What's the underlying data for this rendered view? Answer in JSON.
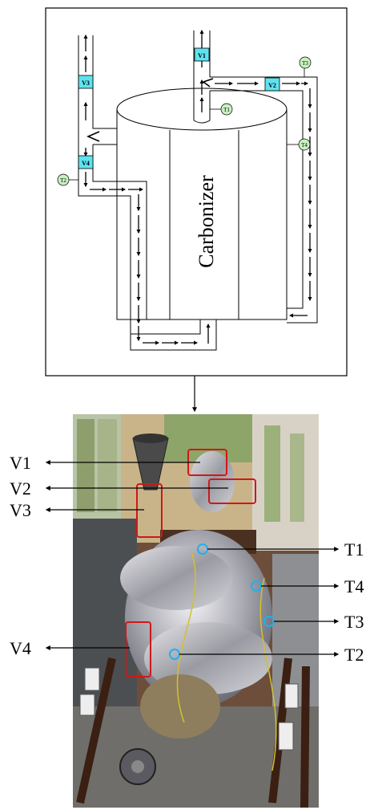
{
  "schematic": {
    "vessel_label": "Carbonizer",
    "valves": [
      {
        "id": "v1",
        "label": "V1"
      },
      {
        "id": "v2",
        "label": "V2"
      },
      {
        "id": "v3",
        "label": "V3"
      },
      {
        "id": "v4",
        "label": "V4"
      }
    ],
    "sensors": [
      {
        "id": "t1",
        "label": "T1"
      },
      {
        "id": "t2",
        "label": "T2"
      },
      {
        "id": "t3",
        "label": "T3"
      },
      {
        "id": "t4",
        "label": "T4"
      }
    ],
    "valve_color": "#5fe3ee",
    "sensor_color": "#c8f0c0"
  },
  "photo": {
    "labels": {
      "v1": "V1",
      "v2": "V2",
      "v3": "V3",
      "v4": "V4",
      "t1": "T1",
      "t2": "T2",
      "t3": "T3",
      "t4": "T4"
    },
    "valve_box_color": "#d01818",
    "sensor_ring_color": "#20b0f0"
  }
}
